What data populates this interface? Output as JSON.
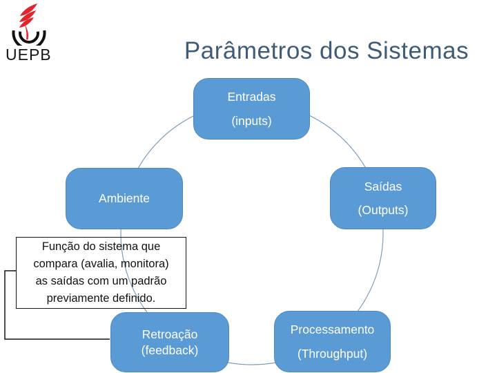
{
  "title": "Parâmetros dos Sistemas",
  "logo": {
    "text": "UEPB"
  },
  "nodes": {
    "entradas": {
      "line1": "Entradas",
      "line2": "(inputs)"
    },
    "ambiente": {
      "line1": "Ambiente"
    },
    "saidas": {
      "line1": "Saídas",
      "line2": "(Outputs)"
    },
    "retroacao": {
      "line1": "Retroação",
      "line2": "(feedback)"
    },
    "processamento": {
      "line1": "Processamento",
      "line2": "(Throughput)"
    }
  },
  "callout": {
    "lines": [
      "Função do sistema que",
      "compara (avalia, monitora)",
      "as saídas com um padrão",
      "previamente definido."
    ]
  },
  "colors": {
    "node_fill": "#5b9bd5",
    "node_border": "#4d87c0",
    "node_text": "#ffffff",
    "circle_stroke": "#7f9cba",
    "title_color": "#3e5c77",
    "flame_red": "#e0252f",
    "ink": "#111111"
  }
}
